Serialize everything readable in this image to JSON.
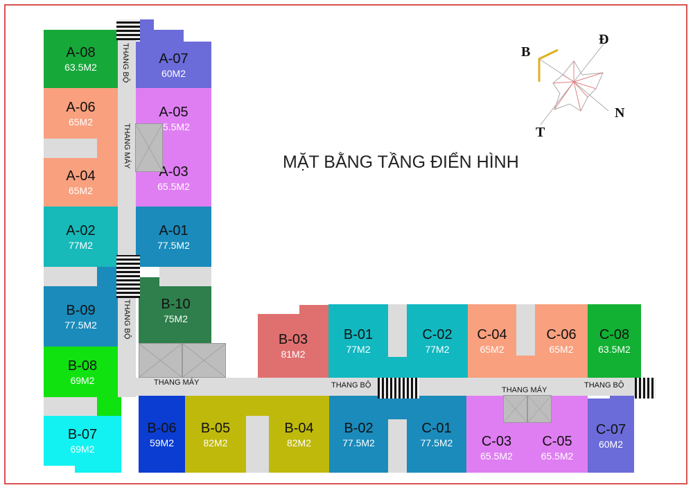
{
  "title": "MẶT BẰNG TẦNG ĐIỂN HÌNH",
  "compass": {
    "north_west": "B",
    "north_east": "Đ",
    "south_east": "N",
    "south_west": "T"
  },
  "labels": {
    "stairs": "THANG BỘ",
    "elevator": "THANG MÁY"
  },
  "colors": {
    "frame": "#d9534f",
    "corridor": "#dcdcdc"
  },
  "units": [
    {
      "id": "A-08",
      "area": "63.5M2",
      "color": "#17a83a"
    },
    {
      "id": "A-07",
      "area": "60M2",
      "color": "#6b6bd9"
    },
    {
      "id": "A-06",
      "area": "65M2",
      "color": "#f9a07f"
    },
    {
      "id": "A-05",
      "area": "65.5M2",
      "color": "#df7ef2"
    },
    {
      "id": "A-04",
      "area": "65M2",
      "color": "#f9a07f"
    },
    {
      "id": "A-03",
      "area": "65.5M2",
      "color": "#df7ef2"
    },
    {
      "id": "A-02",
      "area": "77M2",
      "color": "#17b9b9"
    },
    {
      "id": "A-01",
      "area": "77.5M2",
      "color": "#1a8bbb"
    },
    {
      "id": "B-09",
      "area": "77.5M2",
      "color": "#1a8bbb"
    },
    {
      "id": "B-10",
      "area": "75M2",
      "color": "#2f7f4c"
    },
    {
      "id": "B-08",
      "area": "69M2",
      "color": "#10e210"
    },
    {
      "id": "B-07",
      "area": "69M2",
      "color": "#12f2f2"
    },
    {
      "id": "B-06",
      "area": "59M2",
      "color": "#0b3dd2"
    },
    {
      "id": "B-05",
      "area": "82M2",
      "color": "#bfb90b"
    },
    {
      "id": "B-04",
      "area": "82M2",
      "color": "#bfb90b"
    },
    {
      "id": "B-03",
      "area": "81M2",
      "color": "#e07070"
    },
    {
      "id": "B-01",
      "area": "77M2",
      "color": "#12b8c0"
    },
    {
      "id": "C-02",
      "area": "77M2",
      "color": "#12b8c0"
    },
    {
      "id": "C-04",
      "area": "65M2",
      "color": "#f9a07f"
    },
    {
      "id": "C-06",
      "area": "65M2",
      "color": "#f9a07f"
    },
    {
      "id": "C-08",
      "area": "63.5M2",
      "color": "#12b033"
    },
    {
      "id": "B-02",
      "area": "77.5M2",
      "color": "#1a8bbb"
    },
    {
      "id": "C-01",
      "area": "77.5M2",
      "color": "#1a8bbb"
    },
    {
      "id": "C-03",
      "area": "65.5M2",
      "color": "#df7ef2"
    },
    {
      "id": "C-05",
      "area": "65.5M2",
      "color": "#df7ef2"
    },
    {
      "id": "C-07",
      "area": "60M2",
      "color": "#6b6bd9"
    }
  ]
}
